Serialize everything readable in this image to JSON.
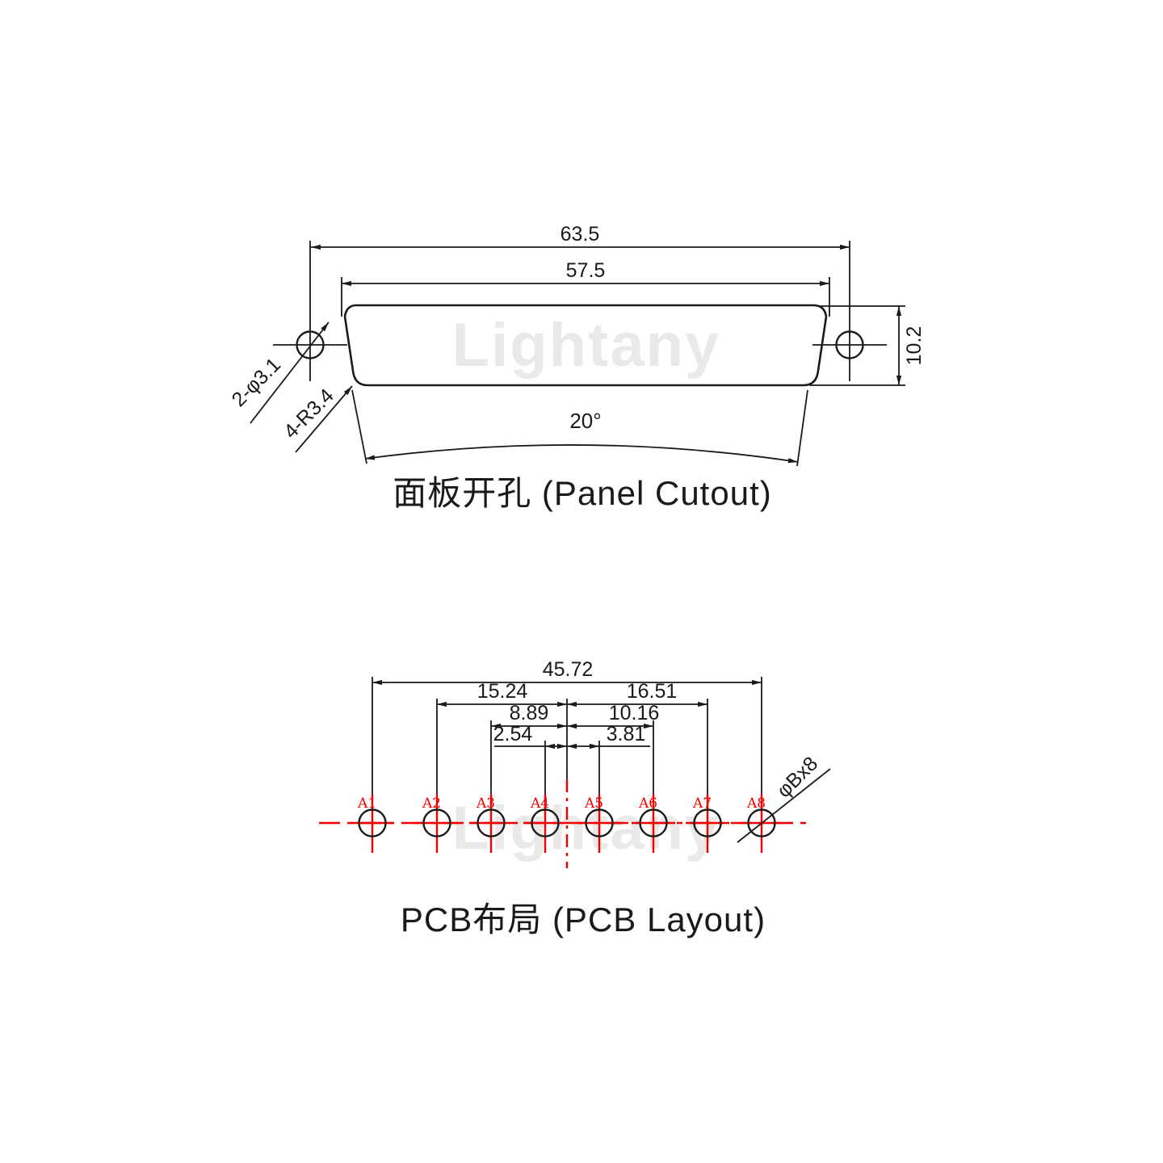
{
  "watermark": "Lightany",
  "colors": {
    "line_black": "#1a1a1a",
    "accent_red": "#f20000",
    "watermark_gray": "#e9e9e9",
    "background": "#ffffff"
  },
  "panel_cutout": {
    "caption": "面板开孔 (Panel Cutout)",
    "dim_overall_width": "63.5",
    "dim_cutout_width": "57.5",
    "dim_height": "10.2",
    "dim_angle": "20°",
    "label_mount_holes": "2-φ3.1",
    "label_corner_radius": "4-R3.4"
  },
  "pcb_layout": {
    "caption": "PCB布局 (PCB Layout)",
    "dim_overall": "45.72",
    "dim_a2_to_center": "15.24",
    "dim_center_to_a7": "16.51",
    "dim_a3_to_center": "8.89",
    "dim_center_to_a6": "10.16",
    "dim_a4_to_center": "2.54",
    "dim_center_to_a5": "3.81",
    "hole_labels": [
      "A1",
      "A2",
      "A3",
      "A4",
      "A5",
      "A6",
      "A7",
      "A8"
    ],
    "label_hole_size": "φBx8"
  }
}
